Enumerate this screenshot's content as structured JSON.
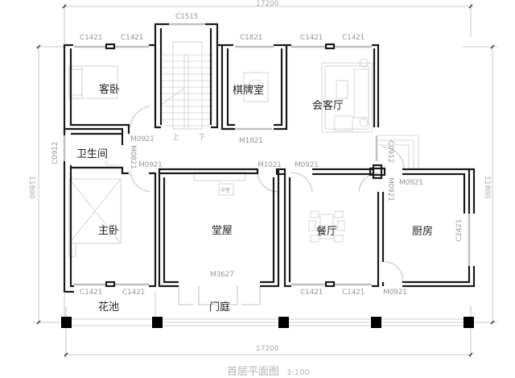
{
  "drawing": {
    "title": "首层平面图",
    "scale": "1:100",
    "dimensions": {
      "top_total": "17200",
      "bottom_total": "17200",
      "left_total": "11800",
      "right_total": "11800"
    }
  },
  "rooms": [
    {
      "id": "guest-bedroom",
      "label": "客卧"
    },
    {
      "id": "stair",
      "label": ""
    },
    {
      "id": "chess-room",
      "label": "棋牌室"
    },
    {
      "id": "reception-hall",
      "label": "会客厅"
    },
    {
      "id": "bathroom",
      "label": "卫生间"
    },
    {
      "id": "master-bedroom",
      "label": "主卧"
    },
    {
      "id": "main-hall",
      "label": "堂屋"
    },
    {
      "id": "dining-room",
      "label": "餐厅"
    },
    {
      "id": "kitchen",
      "label": "厨房"
    },
    {
      "id": "flower-bed",
      "label": "花池"
    },
    {
      "id": "entrance-porch",
      "label": "门庭"
    }
  ],
  "stair_labels": {
    "up": "上",
    "down": "下"
  },
  "shrine_label": "中堂",
  "windows": [
    {
      "code": "C1421",
      "location": "guest-bedroom-top-left"
    },
    {
      "code": "C1421",
      "location": "guest-bedroom-top-right"
    },
    {
      "code": "C1515",
      "location": "stair-top"
    },
    {
      "code": "C1821",
      "location": "chess-room-top"
    },
    {
      "code": "C1421",
      "location": "reception-top-left"
    },
    {
      "code": "C1421",
      "location": "reception-top-right"
    },
    {
      "code": "C0912",
      "location": "bathroom-left"
    },
    {
      "code": "C0912",
      "location": "reception-right"
    },
    {
      "code": "C2421",
      "location": "kitchen-right"
    },
    {
      "code": "C1421",
      "location": "master-bottom-left"
    },
    {
      "code": "C1421",
      "location": "master-bottom-right"
    },
    {
      "code": "C1421",
      "location": "dining-bottom-left"
    },
    {
      "code": "C1421",
      "location": "dining-bottom-right"
    }
  ],
  "doors": [
    {
      "code": "M0921",
      "location": "guest-bedroom"
    },
    {
      "code": "M0821",
      "location": "bathroom"
    },
    {
      "code": "M0921",
      "location": "master-bedroom"
    },
    {
      "code": "M1821",
      "location": "chess-room"
    },
    {
      "code": "M1021",
      "location": "main-hall"
    },
    {
      "code": "M0921",
      "location": "dining-room"
    },
    {
      "code": "M0921",
      "location": "dining-kitchen"
    },
    {
      "code": "M0921",
      "location": "kitchen-top"
    },
    {
      "code": "M3627",
      "location": "main-entrance"
    },
    {
      "code": "M0921",
      "location": "kitchen-back"
    }
  ],
  "colors": {
    "wall": "#1a1a1a",
    "furniture": "#c8c8c8",
    "dimension": "#b0b0b0",
    "column": "#000000"
  }
}
